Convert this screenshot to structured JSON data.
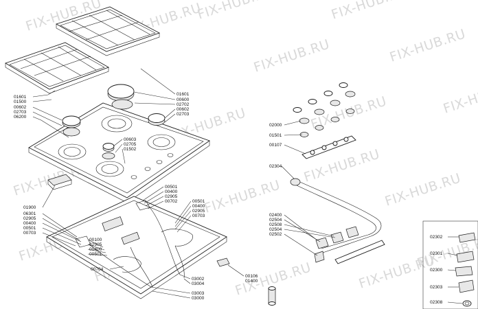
{
  "watermark_text": "FIX-HUB.RU",
  "labels": {
    "grid_a": "01601",
    "grid_b": "01500",
    "cap_l1": "00602",
    "cap_l2": "02703",
    "hob_frame": "06200",
    "grid_r": "01601",
    "cap_r1": "00600",
    "cap_r2": "02702",
    "cap_r3": "00602",
    "cap_r4": "02703",
    "small_b1": "00603",
    "small_b2": "02705",
    "small_b3": "01502",
    "feet": "01900",
    "left_1": "06301",
    "left_2": "02905",
    "left_3": "00400",
    "left_4": "00501",
    "left_5": "00703",
    "mid_1": "00100",
    "mid_2": "02905",
    "mid_3": "00400",
    "mid_4": "00501",
    "mid_5": "00704",
    "top_1": "00501",
    "top_2": "00400",
    "top_3": "02905",
    "top_4": "00702",
    "rt_1": "00501",
    "rt_2": "00400",
    "rt_3": "02905",
    "rt_4": "00703",
    "bot_1": "03002",
    "bot_2": "03004",
    "bot_3": "03003",
    "bot_4": "03000",
    "clip_1": "00106",
    "clip_2": "01400",
    "knob_1": "02000",
    "knob_2": "01501",
    "knob_3": "00107",
    "pipe": "02304",
    "tap_1": "02400",
    "tap_2": "02504",
    "tap_3": "02508",
    "tap_4": "02504",
    "tap_5": "02502",
    "conn_1": "02302",
    "conn_2": "02301",
    "conn_3": "02300",
    "conn_4": "02303",
    "conn_5": "02308"
  }
}
